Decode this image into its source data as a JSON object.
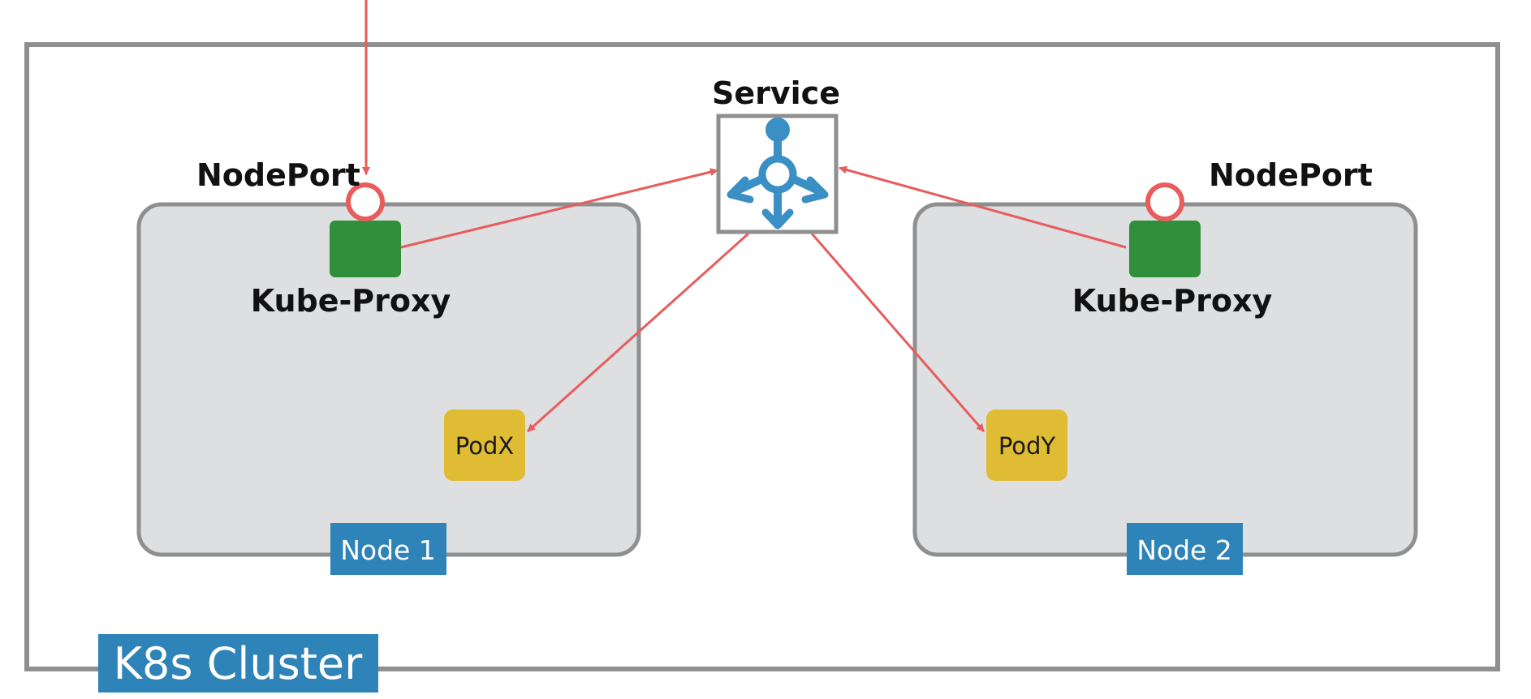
{
  "cluster": {
    "label": "K8s Cluster"
  },
  "service": {
    "label": "Service",
    "icon": "service-hub-icon"
  },
  "nodes": [
    {
      "label": "Node 1",
      "nodeport_label": "NodePort",
      "proxy_label": "Kube-Proxy",
      "pod_label": "PodX"
    },
    {
      "label": "Node 2",
      "nodeport_label": "NodePort",
      "proxy_label": "Kube-Proxy",
      "pod_label": "PodY"
    }
  ],
  "colors": {
    "cluster_border": "#8f8f8f",
    "node_fill": "#dedfe1",
    "node_border": "#8f8f8f",
    "label_blue": "#2e83b8",
    "proxy_green": "#2f8f3a",
    "pod_yellow": "#e0bc35",
    "arrow_red": "#e85c5c",
    "service_blue": "#3a8fc4"
  }
}
